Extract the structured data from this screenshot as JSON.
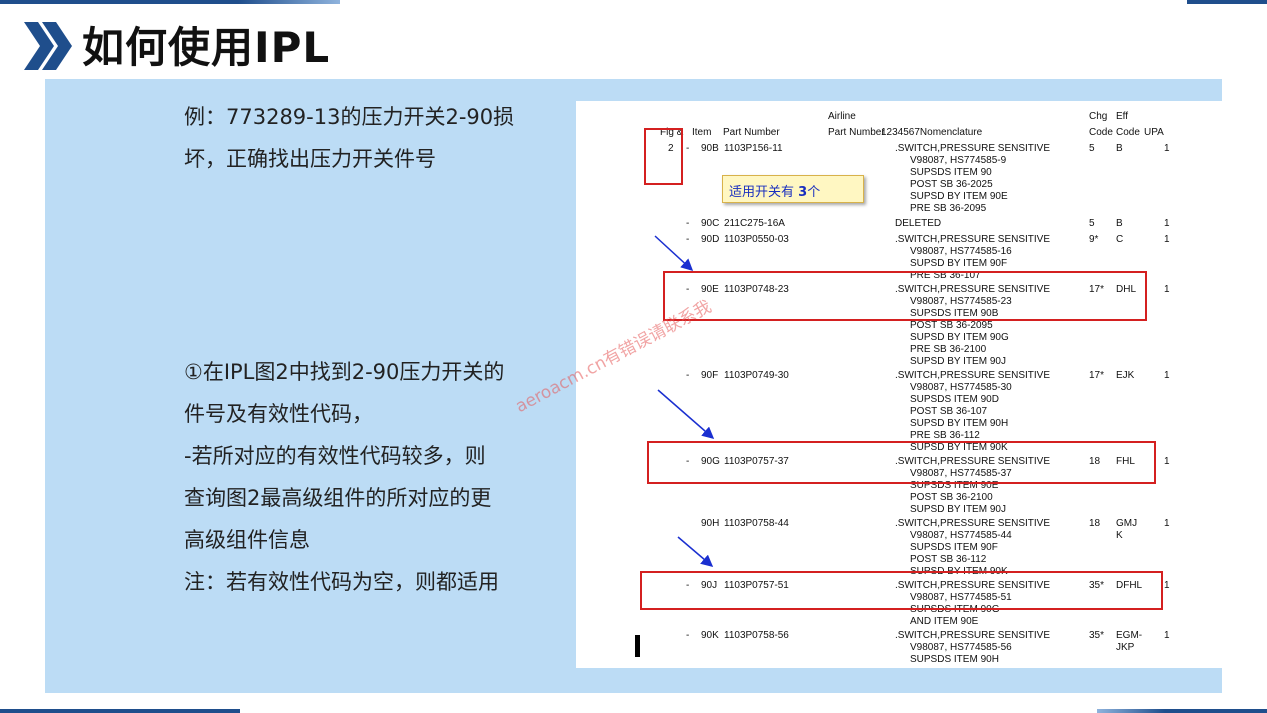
{
  "title": "如何使用IPL",
  "left_panel": {
    "para1": [
      "例：773289-13的压力开关2-90损",
      "坏，正确找出压力开关件号"
    ],
    "para2": [
      "①在IPL图2中找到2-90压力开关的",
      "件号及有效性代码，",
      "-若所对应的有效性代码较多，则",
      "查询图2最高级组件的所对应的更",
      "高级组件信息",
      "注：若有效性代码为空，则都适用"
    ]
  },
  "ipl": {
    "headers": {
      "airline": "Airline",
      "fig": "Fig &",
      "item": "Item",
      "part_number": "Part Number",
      "airline_part_number": "Part Number",
      "nomenclature": "1234567Nomenclature",
      "chg": "Chg",
      "chg2": "Code",
      "eff": "Eff",
      "eff2": "Code",
      "upa": "UPA"
    },
    "callout": {
      "prefix": "适用开关有 ",
      "number": "3",
      "suffix": "个"
    },
    "watermark": "aeroacm.cn有错误请联系我",
    "rows": [
      {
        "fig": "2",
        "dash": "-",
        "item": "90B",
        "pn": "1103P156-11",
        "nom": [
          ".SWITCH,PRESSURE SENSITIVE",
          "V98087, HS774585-9",
          "SUPSDS ITEM 90",
          "POST SB 36-2025",
          "SUPSD BY ITEM 90E",
          "PRE SB 36-2095"
        ],
        "chg": "5",
        "eff": [
          "B"
        ],
        "upa": "1"
      },
      {
        "fig": "",
        "dash": "-",
        "item": "90C",
        "pn": "211C275-16A",
        "nom": [
          "DELETED"
        ],
        "chg": "5",
        "eff": [
          "B"
        ],
        "upa": "1"
      },
      {
        "fig": "",
        "dash": "-",
        "item": "90D",
        "pn": "1103P0550-03",
        "nom": [
          ".SWITCH,PRESSURE SENSITIVE",
          "V98087, HS774585-16",
          "SUPSD BY ITEM 90F",
          "PRE SB 36-107"
        ],
        "chg": "9*",
        "eff": [
          "C"
        ],
        "upa": "1"
      },
      {
        "fig": "",
        "dash": "-",
        "item": "90E",
        "pn": "1103P0748-23",
        "nom": [
          ".SWITCH,PRESSURE SENSITIVE",
          "V98087, HS774585-23",
          "SUPSDS ITEM 90B",
          "POST SB 36-2095",
          "SUPSD BY ITEM 90G",
          "PRE SB 36-2100",
          "SUPSD BY ITEM 90J"
        ],
        "chg": "17*",
        "eff": [
          "DHL"
        ],
        "upa": "1"
      },
      {
        "fig": "",
        "dash": "-",
        "item": "90F",
        "pn": "1103P0749-30",
        "nom": [
          ".SWITCH,PRESSURE SENSITIVE",
          "V98087, HS774585-30",
          "SUPSDS ITEM 90D",
          "POST SB 36-107",
          "SUPSD BY ITEM 90H",
          "PRE SB 36-112",
          "SUPSD BY ITEM 90K"
        ],
        "chg": "17*",
        "eff": [
          "EJK"
        ],
        "upa": "1"
      },
      {
        "fig": "",
        "dash": "-",
        "item": "90G",
        "pn": "1103P0757-37",
        "nom": [
          ".SWITCH,PRESSURE SENSITIVE",
          "V98087, HS774585-37",
          "SUPSDS ITEM 90E",
          "POST SB 36-2100",
          "SUPSD BY ITEM 90J"
        ],
        "chg": "18",
        "eff": [
          "FHL"
        ],
        "upa": "1"
      },
      {
        "fig": "",
        "dash": "",
        "item": "90H",
        "pn": "1103P0758-44",
        "nom": [
          ".SWITCH,PRESSURE SENSITIVE",
          "V98087, HS774585-44",
          "SUPSDS ITEM 90F",
          "POST SB 36-112",
          "SUPSD BY ITEM 90K"
        ],
        "chg": "18",
        "eff": [
          "GMJ",
          "K"
        ],
        "upa": "1"
      },
      {
        "fig": "",
        "dash": "-",
        "item": "90J",
        "pn": "1103P0757-51",
        "nom": [
          ".SWITCH,PRESSURE SENSITIVE",
          "V98087, HS774585-51",
          "SUPSDS ITEM 90G",
          "AND ITEM 90E"
        ],
        "chg": "35*",
        "eff": [
          "DFHL"
        ],
        "upa": "1"
      },
      {
        "fig": "",
        "dash": "-",
        "item": "90K",
        "pn": "1103P0758-56",
        "nom": [
          ".SWITCH,PRESSURE SENSITIVE",
          "V98087, HS774585-56",
          "SUPSDS ITEM 90H"
        ],
        "chg": "35*",
        "eff": [
          "EGM-",
          "JKP"
        ],
        "upa": "1"
      }
    ]
  },
  "colors": {
    "accent": "#1f4e8c",
    "panel": "#bcdcf5",
    "highlight": "#d42020",
    "arrow": "#1a2fd0"
  }
}
